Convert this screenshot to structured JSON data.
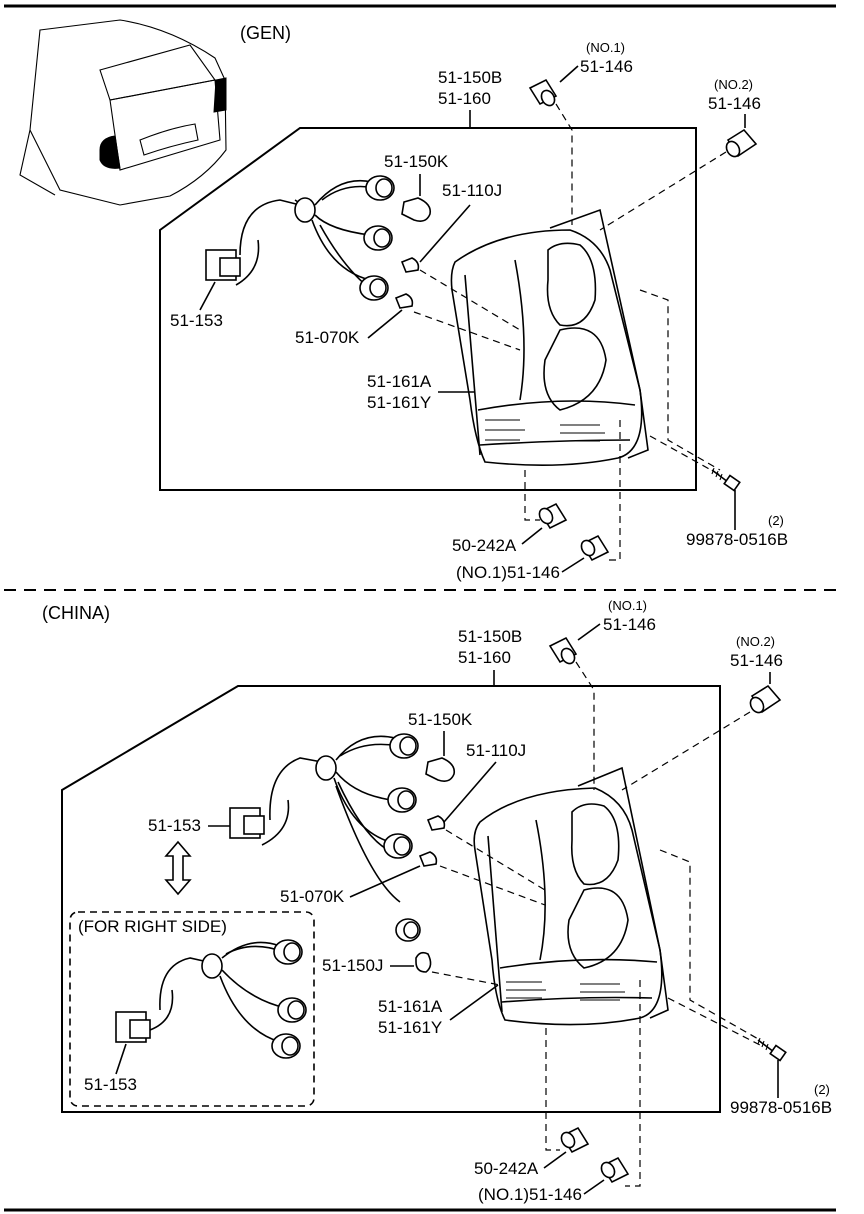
{
  "sections": {
    "gen": {
      "header": "(GEN)",
      "labels": {
        "housing_b": "51-150B",
        "housing_160": "51-160",
        "no1_top": "(NO.1)",
        "no1_top_part": "51-146",
        "no2": "(NO.2)",
        "no2_part": "51-146",
        "socket_k": "51-150K",
        "bulb_j": "51-110J",
        "connector": "51-153",
        "bulb_k": "51-070K",
        "lens_a": "51-161A",
        "lens_y": "51-161Y",
        "screw_qty": "(2)",
        "screw": "99878-0516B",
        "clip": "50-242A",
        "no1_bottom": "(NO.1)51-146"
      }
    },
    "china": {
      "header": "(CHINA)",
      "labels": {
        "housing_b": "51-150B",
        "housing_160": "51-160",
        "no1_top": "(NO.1)",
        "no1_top_part": "51-146",
        "no2": "(NO.2)",
        "no2_part": "51-146",
        "socket_k": "51-150K",
        "bulb_j": "51-110J",
        "connector": "51-153",
        "bulb_k": "51-070K",
        "socket_j": "51-150J",
        "lens_a": "51-161A",
        "lens_y": "51-161Y",
        "screw_qty": "(2)",
        "screw": "99878-0516B",
        "clip": "50-242A",
        "no1_bottom": "(NO.1)51-146",
        "right_side": "(FOR RIGHT SIDE)",
        "right_connector": "51-153"
      }
    }
  }
}
